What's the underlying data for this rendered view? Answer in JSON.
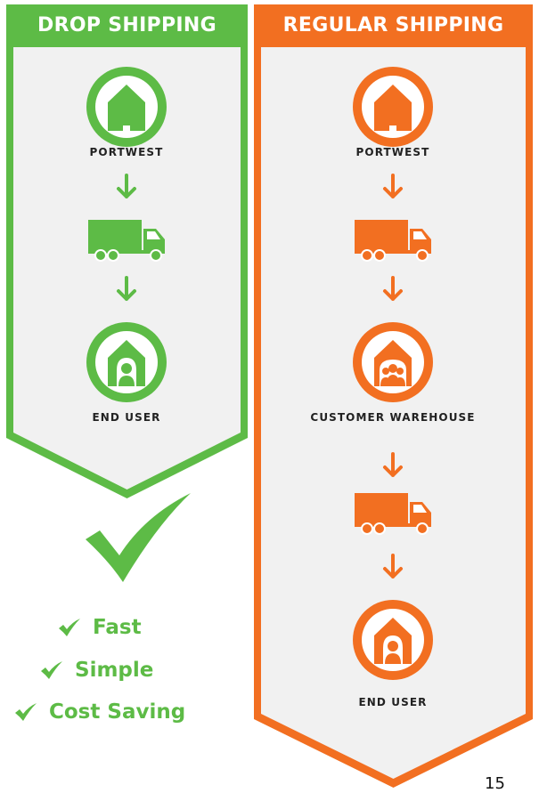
{
  "colors": {
    "green": "#5dbb46",
    "orange": "#f26f21",
    "panel": "#f1f1f1"
  },
  "drop": {
    "title": "DROP SHIPPING",
    "steps": [
      {
        "icon": "warehouse-icon",
        "label": "PORTWEST"
      },
      {
        "icon": "arrow-down-icon"
      },
      {
        "icon": "truck-icon"
      },
      {
        "icon": "arrow-down-icon"
      },
      {
        "icon": "end-user-icon",
        "label": "END USER"
      }
    ]
  },
  "regular": {
    "title": "REGULAR SHIPPING",
    "steps": [
      {
        "icon": "warehouse-icon",
        "label": "PORTWEST"
      },
      {
        "icon": "arrow-down-icon"
      },
      {
        "icon": "truck-icon"
      },
      {
        "icon": "arrow-down-icon"
      },
      {
        "icon": "customer-warehouse-icon",
        "label": "CUSTOMER WAREHOUSE"
      },
      {
        "icon": "arrow-down-icon"
      },
      {
        "icon": "truck-icon"
      },
      {
        "icon": "arrow-down-icon"
      },
      {
        "icon": "end-user-icon",
        "label": "END USER"
      }
    ]
  },
  "benefits": [
    "Fast",
    "Simple",
    "Cost Saving"
  ],
  "page_number": "15"
}
